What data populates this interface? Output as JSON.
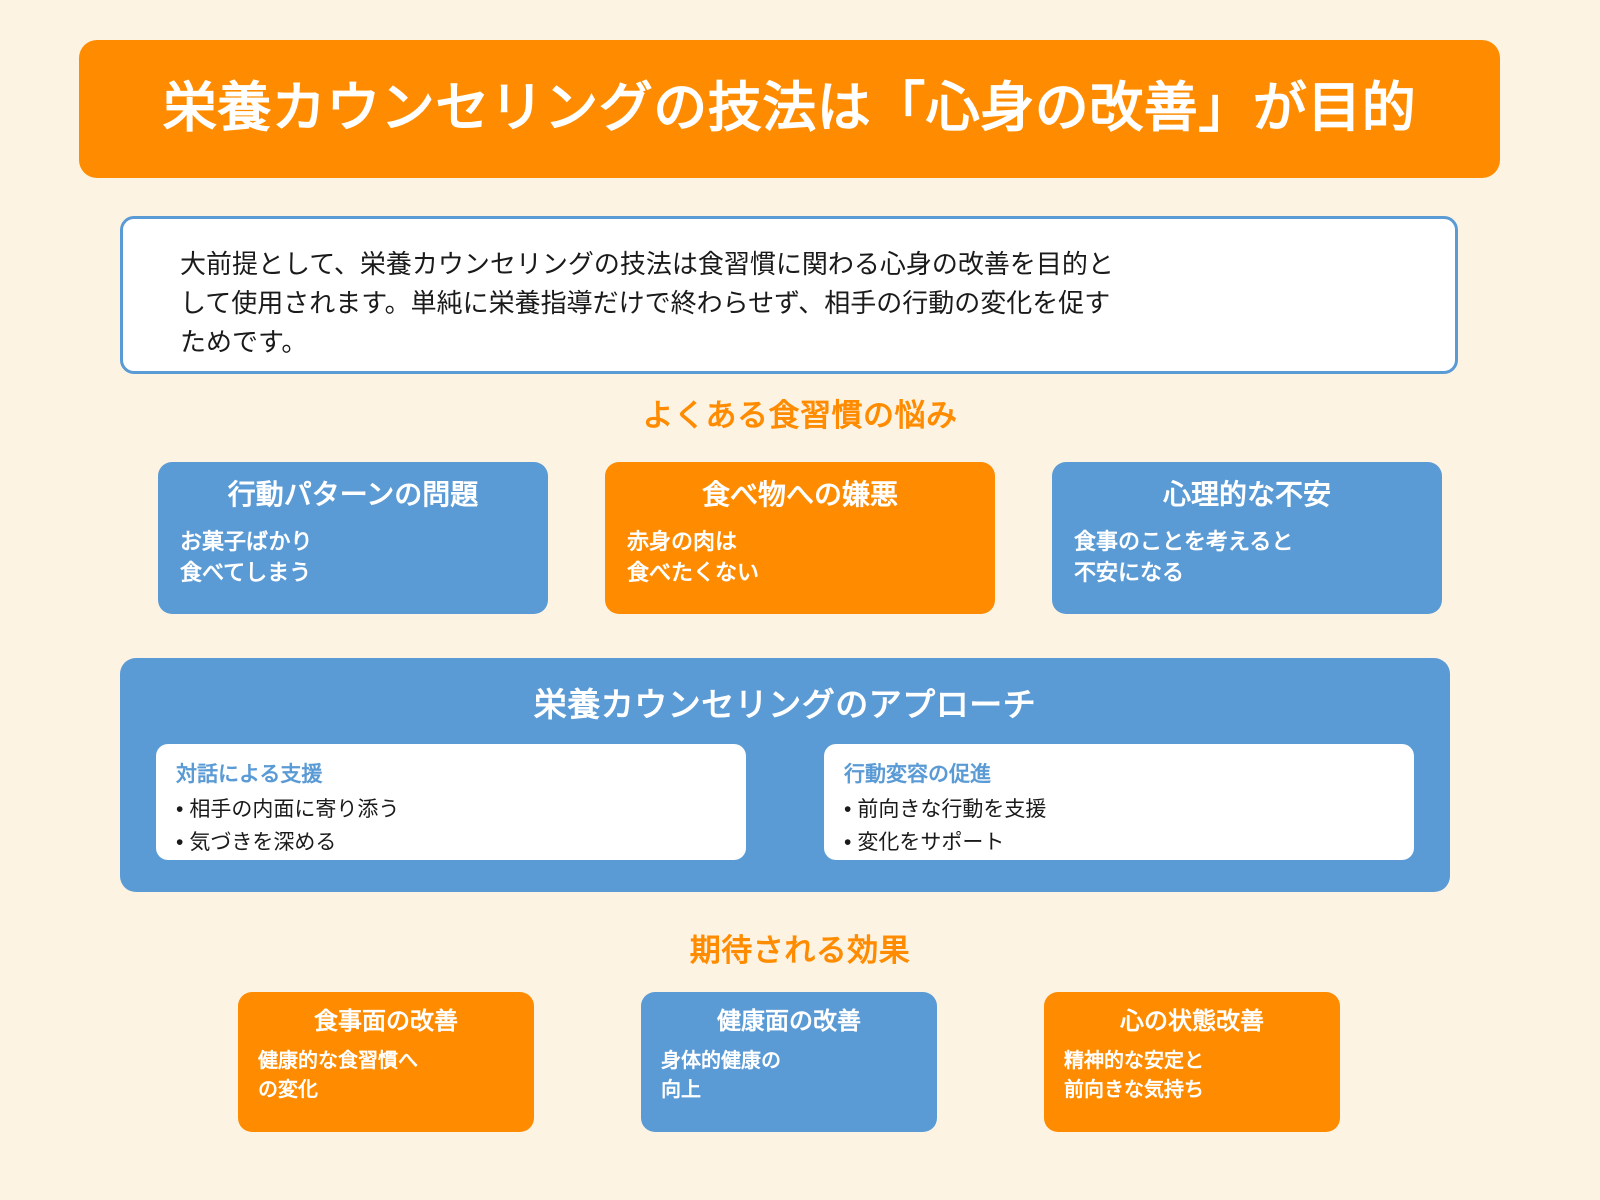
{
  "background_color": "#FDF3E3",
  "colors": {
    "orange": "#FF8C00",
    "blue": "#5B9BD5",
    "white": "#FFFFFF",
    "text_dark": "#1A1A1A"
  },
  "title": {
    "text": "栄養カウンセリングの技法は「心身の改善」が目的"
  },
  "intro": {
    "text": "大前提として、栄養カウンセリングの技法は食習慣に関わる心身の改善を目的と\nして使用されます。単純に栄養指導だけで終わらせず、相手の行動の変化を促す\nためです。"
  },
  "problems_section": {
    "heading": "よくある食習慣の悩み",
    "cards": [
      {
        "title": "行動パターンの問題",
        "body": "お菓子ばかり\n食べてしまう",
        "color": "blue"
      },
      {
        "title": "食べ物への嫌悪",
        "body": "赤身の肉は\n食べたくない",
        "color": "orange"
      },
      {
        "title": "心理的な不安",
        "body": "食事のことを考えると\n不安になる",
        "color": "blue"
      }
    ]
  },
  "approach_section": {
    "title": "栄養カウンセリングのアプローチ",
    "cards": [
      {
        "sub_title": "対話による支援",
        "items": [
          "相手の内面に寄り添う",
          "気づきを深める"
        ]
      },
      {
        "sub_title": "行動変容の促進",
        "items": [
          "前向きな行動を支援",
          "変化をサポート"
        ]
      }
    ]
  },
  "effects_section": {
    "heading": "期待される効果",
    "cards": [
      {
        "title": "食事面の改善",
        "body": "健康的な食習慣へ\nの変化",
        "color": "orange"
      },
      {
        "title": "健康面の改善",
        "body": "身体的健康の\n向上",
        "color": "blue"
      },
      {
        "title": "心の状態改善",
        "body": "精神的な安定と\n前向きな気持ち",
        "color": "orange"
      }
    ]
  }
}
